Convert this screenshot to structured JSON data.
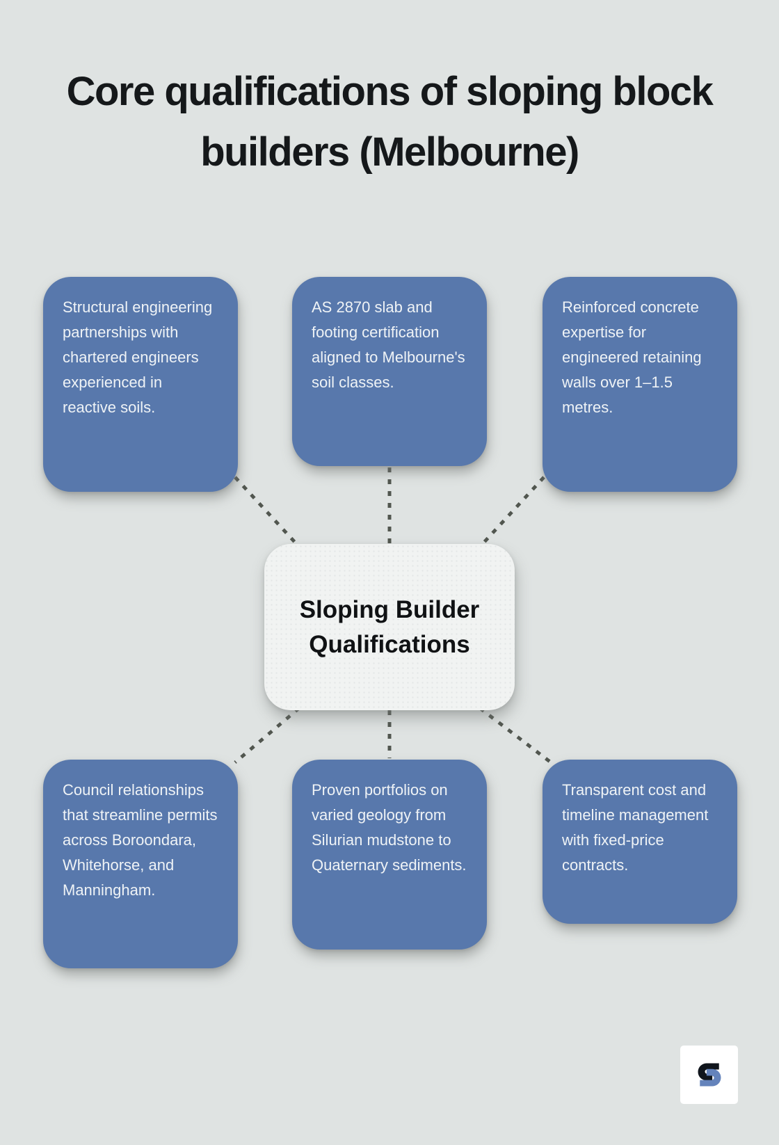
{
  "page": {
    "title": "Core qualifications of sloping block builders (Melbourne)",
    "background_color": "#dfe3e2",
    "title_color": "#15181a"
  },
  "center_node": {
    "label": "Sloping Builder Qualifications",
    "background_color": "#f1f3f2",
    "text_color": "#101214"
  },
  "nodes": [
    {
      "id": "structural-engineering",
      "position": "top-left",
      "text": "Structural engineering partnerships with chartered engineers experienced in reactive soils."
    },
    {
      "id": "as-2870-certification",
      "position": "top-center",
      "text": "AS 2870 slab and footing certification aligned to Melbourne's soil classes."
    },
    {
      "id": "reinforced-concrete",
      "position": "top-right",
      "text": "Reinforced concrete expertise for engineered retaining walls over 1–1.5 metres."
    },
    {
      "id": "council-relationships",
      "position": "bottom-left",
      "text": "Council relationships that streamline permits across Boroondara, Whitehorse, and Manningham."
    },
    {
      "id": "proven-portfolios",
      "position": "bottom-center",
      "text": "Proven portfolios on varied geology from Silurian mudstone to Quaternary sediments."
    },
    {
      "id": "transparent-cost",
      "position": "bottom-right",
      "text": "Transparent cost and timeline management with fixed-price contracts."
    }
  ],
  "styles": {
    "node_color": "#5878ac",
    "node_text_color": "#eff3f6",
    "connector_color": "#51564f",
    "connector_style": "dashed"
  },
  "logo": {
    "icon": "s-logo",
    "dark_color": "#10151c",
    "blue_color": "#6483bb",
    "background": "#ffffff"
  }
}
